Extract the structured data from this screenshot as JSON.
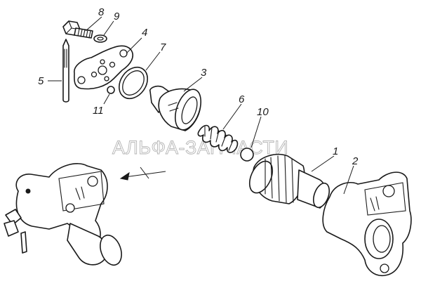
{
  "watermark": "АЛЬФА-ЗАПЧАСТИ",
  "callouts": {
    "c1": "1",
    "c2": "2",
    "c3": "3",
    "c4": "4",
    "c5": "5",
    "c6": "6",
    "c7": "7",
    "c8": "8",
    "c9": "9",
    "c10": "10",
    "c11": "11"
  }
}
